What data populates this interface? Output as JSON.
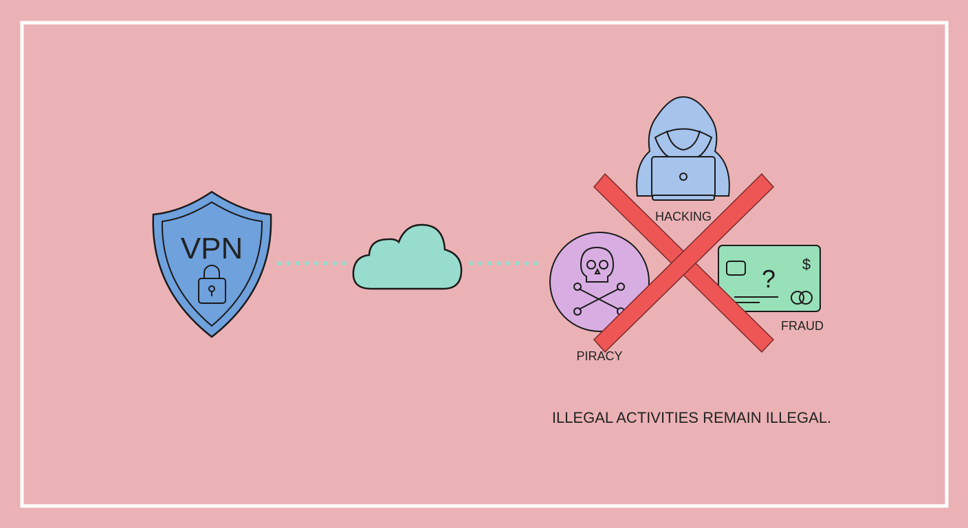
{
  "colors": {
    "background": "#ebb2b5",
    "frame": "#ffffff",
    "shield": "#6fa1dc",
    "cloud": "#98dccd",
    "dots": "#98dccd",
    "hacker": "#a6c3ec",
    "piracy": "#d8aee2",
    "card": "#98e0b8",
    "cross": "#ee5656"
  },
  "vpn": {
    "label": "VPN",
    "icons": [
      "shield-icon",
      "lock-icon"
    ]
  },
  "cloud": {
    "icon": "cloud-icon"
  },
  "activities": [
    {
      "label": "HACKING",
      "icon": "hooded-hacker-laptop-icon"
    },
    {
      "label": "PIRACY",
      "icon": "skull-crossbones-icon"
    },
    {
      "label": "FRAUD",
      "icon": "credit-card-icon"
    }
  ],
  "cross": {
    "icon": "x-cross-icon"
  },
  "caption": "ILLEGAL ACTIVITIES REMAIN ILLEGAL."
}
